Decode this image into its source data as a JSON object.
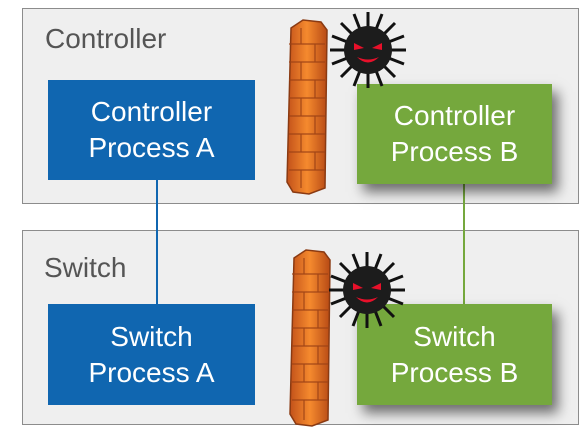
{
  "layers": {
    "controller": {
      "title": "Controller"
    },
    "switch": {
      "title": "Switch"
    }
  },
  "processes": {
    "controller_a": "Controller\nProcess A",
    "controller_b": "Controller\nProcess B",
    "switch_a": "Switch\nProcess A",
    "switch_b": "Switch\nProcess B"
  },
  "icons": [
    "firewall-icon",
    "virus-icon"
  ],
  "colors": {
    "process_a": "#1066b0",
    "process_b": "#75a83d",
    "layer_bg": "#efefef",
    "firewall": "#f07a20",
    "virus": "#1c1c1c"
  }
}
